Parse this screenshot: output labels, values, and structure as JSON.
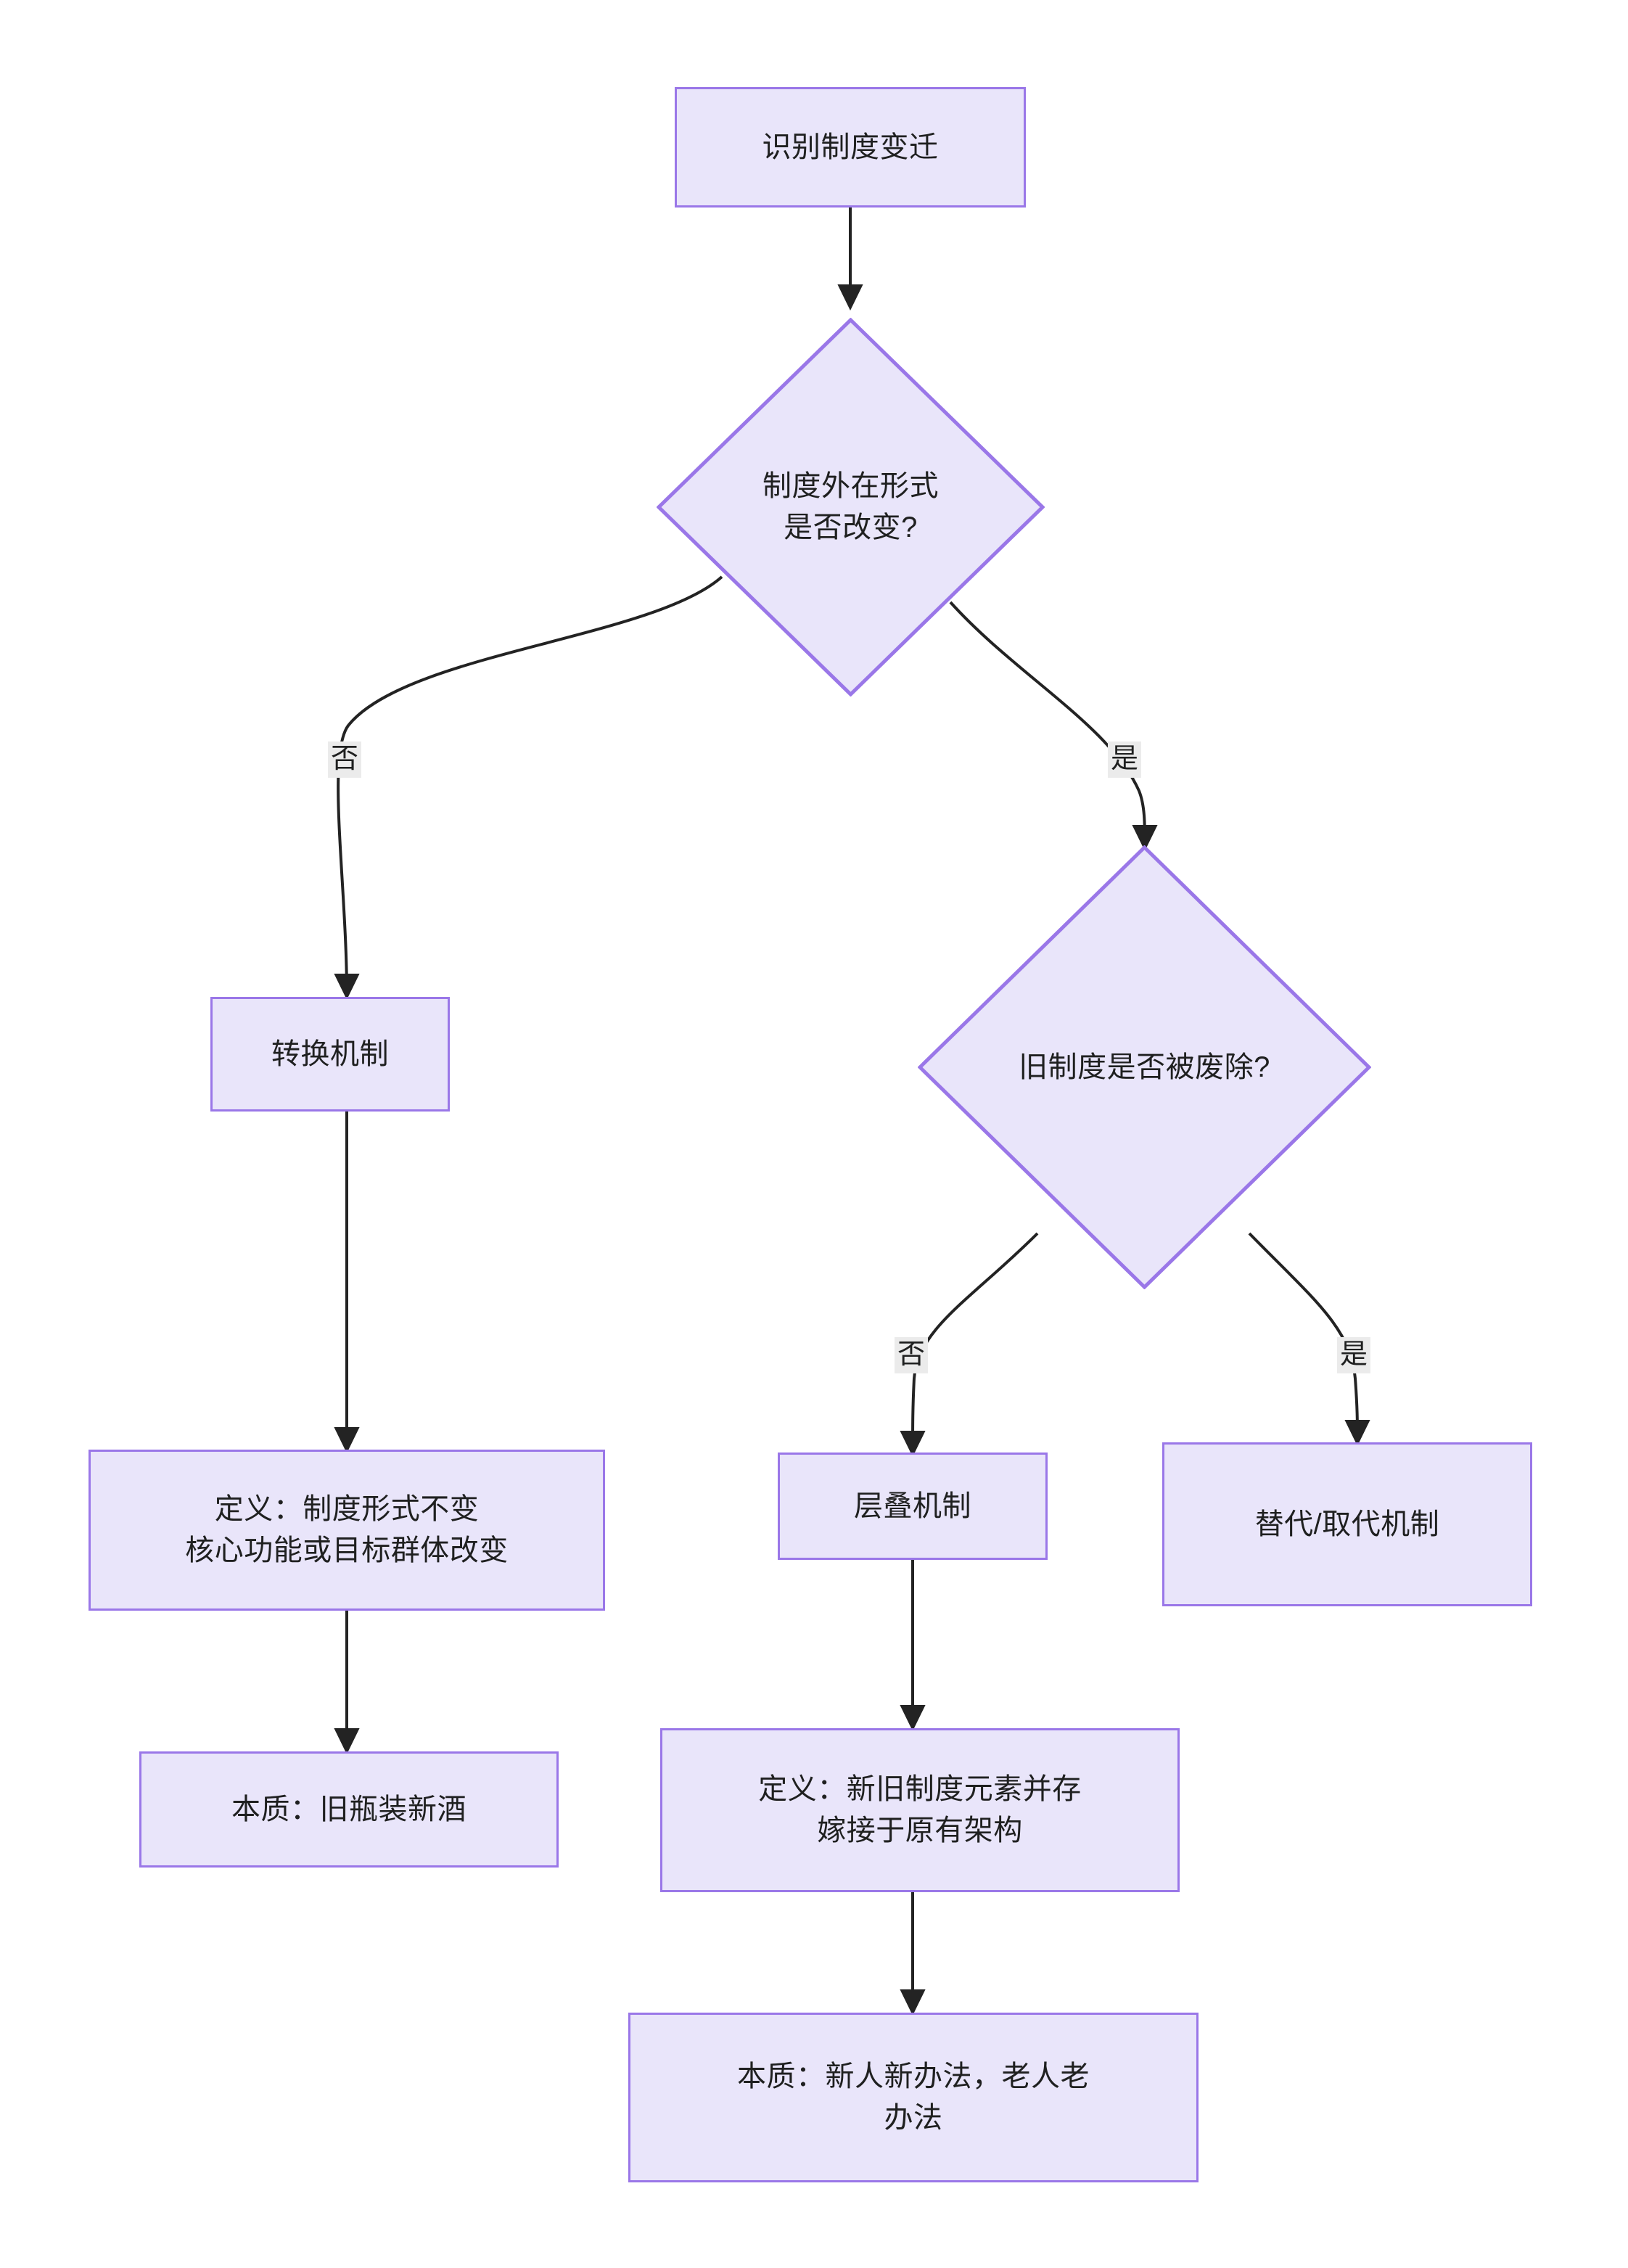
{
  "diagram": {
    "type": "flowchart",
    "direction": "top-down",
    "theme": {
      "node_fill": "#e9e5fa",
      "node_stroke": "#9a77e8",
      "edge_stroke": "#232323",
      "text_color": "#1f2020",
      "edge_label_bg": "#ebebeb",
      "background": "#ffffff"
    },
    "nodes": [
      {
        "id": "start",
        "shape": "rect",
        "label": "识别制度变迁"
      },
      {
        "id": "q1",
        "shape": "diamond",
        "label": "制度外在形式\n是否改变?"
      },
      {
        "id": "convert",
        "shape": "rect",
        "label": "转换机制"
      },
      {
        "id": "convert_def",
        "shape": "rect",
        "label": "定义：制度形式不变\n核心功能或目标群体改变"
      },
      {
        "id": "convert_ess",
        "shape": "rect",
        "label": "本质：旧瓶装新酒"
      },
      {
        "id": "q2",
        "shape": "diamond",
        "label": "旧制度是否被废除?"
      },
      {
        "id": "layer",
        "shape": "rect",
        "label": "层叠机制"
      },
      {
        "id": "layer_def",
        "shape": "rect",
        "label": "定义：新旧制度元素并存\n嫁接于原有架构"
      },
      {
        "id": "layer_ess",
        "shape": "rect",
        "label": "本质：新人新办法，老人老\n办法"
      },
      {
        "id": "replace",
        "shape": "rect",
        "label": "替代/取代机制"
      }
    ],
    "edges": [
      {
        "from": "start",
        "to": "q1",
        "label": ""
      },
      {
        "from": "q1",
        "to": "convert",
        "label": "否"
      },
      {
        "from": "q1",
        "to": "q2",
        "label": "是"
      },
      {
        "from": "convert",
        "to": "convert_def",
        "label": ""
      },
      {
        "from": "convert_def",
        "to": "convert_ess",
        "label": ""
      },
      {
        "from": "q2",
        "to": "layer",
        "label": "否"
      },
      {
        "from": "q2",
        "to": "replace",
        "label": "是"
      },
      {
        "from": "layer",
        "to": "layer_def",
        "label": ""
      },
      {
        "from": "layer_def",
        "to": "layer_ess",
        "label": ""
      }
    ]
  }
}
